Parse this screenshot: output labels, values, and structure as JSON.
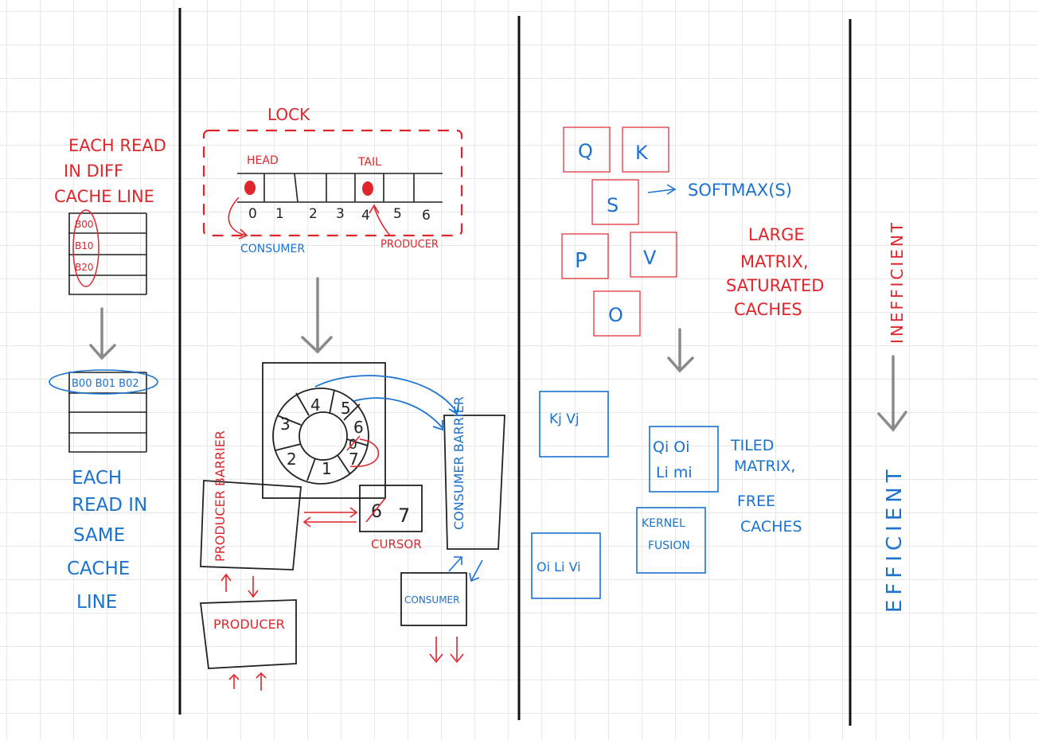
{
  "panel1": {
    "top_note_lines": [
      "EACH READ",
      "IN DIFF",
      "CACHE LINE"
    ],
    "rows_top": [
      "B00",
      "B10",
      "B20"
    ],
    "row_bottom": "B00 B01 B02",
    "bottom_note_lines": [
      "EACH",
      "READ IN",
      "SAME",
      "CACHE",
      "LINE"
    ]
  },
  "panel2": {
    "lock_label": "LOCK",
    "head_label": "HEAD",
    "tail_label": "TAIL",
    "indices": [
      "0",
      "1",
      "2",
      "3",
      "4",
      "5",
      "6"
    ],
    "consumer_label": "CONSUMER",
    "producer_label": "PRODUCER",
    "ring_numbers": [
      "4",
      "5",
      "6",
      "7",
      "1",
      "2",
      "3"
    ],
    "ring_crossed": "0",
    "producer_barrier": "PRODUCER BARRIER",
    "consumer_barrier": "CONSUMER BARRIER",
    "cursor_old": "6",
    "cursor_new": "7",
    "cursor_label": "CURSOR",
    "producer_box": "PRODUCER",
    "consumer_box": "CONSUMER"
  },
  "panel3": {
    "q": "Q",
    "k": "K",
    "s": "S",
    "softmax": "SOFTMAX(S)",
    "p": "P",
    "v": "V",
    "o": "O",
    "large_note_lines": [
      "LARGE",
      "MATRIX,",
      "SATURATED",
      "CACHES"
    ],
    "kv_tile": "Kj Vj",
    "qo_tile_lines": [
      "Qi Oi",
      "Li mi"
    ],
    "olv_tile": "Oi Li Vi",
    "kernel_tile_lines": [
      "KERNEL",
      "FUSION"
    ],
    "tiled_note_lines": [
      "TILED",
      "MATRIX,",
      "FREE",
      "CACHES"
    ]
  },
  "panel4": {
    "inefficient": "INEFFICIENT",
    "efficient": "EFFICIENT"
  },
  "colors": {
    "red": "#e0262b",
    "blue": "#1a72d1",
    "black": "#222222",
    "gray": "#8a8a8a",
    "grid": "#e9e9e9"
  }
}
